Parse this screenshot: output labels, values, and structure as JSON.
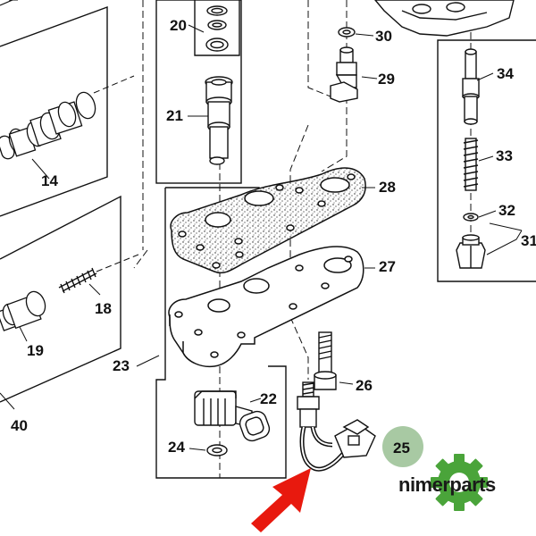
{
  "callouts": {
    "c14": "14",
    "c18": "18",
    "c19": "19",
    "c20": "20",
    "c21": "21",
    "c22": "22",
    "c23": "23",
    "c24": "24",
    "c25": "25",
    "c26": "26",
    "c27": "27",
    "c28": "28",
    "c29": "29",
    "c30": "30",
    "c31": "31",
    "c32": "32",
    "c33": "33",
    "c34": "34",
    "c40": "40"
  },
  "highlight": {
    "part": "25",
    "color": "#a8c9a3"
  },
  "arrow": {
    "color": "#e8190e",
    "target": "25"
  },
  "brand": {
    "text": "nimerparts",
    "gear_color": "#4aa43a",
    "text_color": "#1a1a1a"
  }
}
